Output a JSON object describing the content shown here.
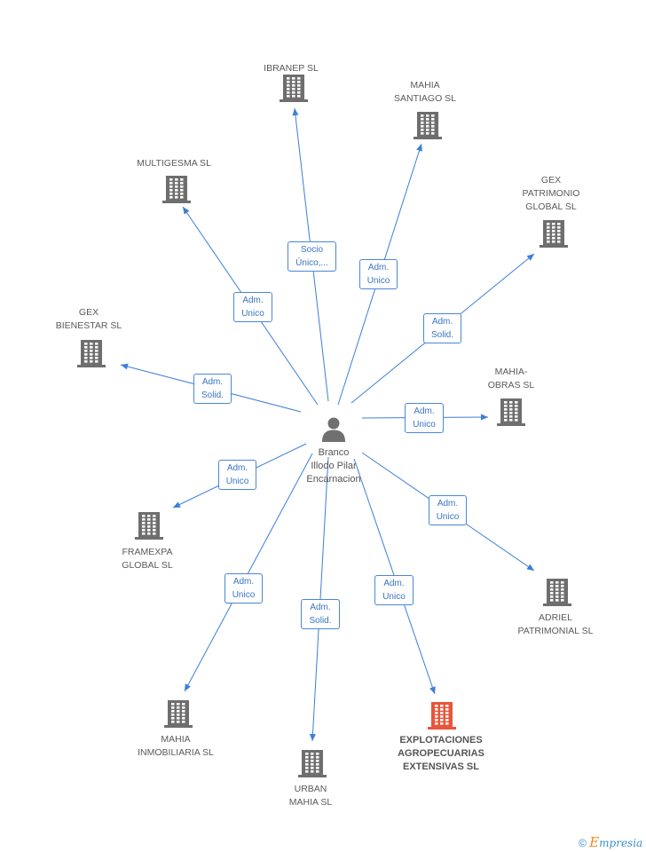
{
  "center": {
    "name": "Branco\nIllodo Pilar\nEncarnacion",
    "icon": "person-icon"
  },
  "companies": [
    {
      "id": "ibranep",
      "name": "IBRANEP SL",
      "icon": "building-icon",
      "color": "#6e6e6e"
    },
    {
      "id": "mahia-santiago",
      "name": "MAHIA\nSANTIAGO SL",
      "icon": "building-icon",
      "color": "#6e6e6e"
    },
    {
      "id": "multigesma",
      "name": "MULTIGESMA SL",
      "icon": "building-icon",
      "color": "#6e6e6e"
    },
    {
      "id": "gex-patrimonio",
      "name": "GEX\nPATRIMONIO\nGLOBAL SL",
      "icon": "building-icon",
      "color": "#6e6e6e"
    },
    {
      "id": "gex-bienestar",
      "name": "GEX\nBIENESTAR  SL",
      "icon": "building-icon",
      "color": "#6e6e6e"
    },
    {
      "id": "mahia-obras",
      "name": "MAHIA-\nOBRAS SL",
      "icon": "building-icon",
      "color": "#6e6e6e"
    },
    {
      "id": "framexpa",
      "name": "FRAMEXPA\nGLOBAL SL",
      "icon": "building-icon",
      "color": "#6e6e6e"
    },
    {
      "id": "adriel",
      "name": "ADRIEL\nPATRIMONIAL SL",
      "icon": "building-icon",
      "color": "#6e6e6e"
    },
    {
      "id": "mahia-inmobiliaria",
      "name": "MAHIA\nINMOBILIARIA SL",
      "icon": "building-icon",
      "color": "#6e6e6e"
    },
    {
      "id": "urban-mahia",
      "name": "URBAN\nMAHIA SL",
      "icon": "building-icon",
      "color": "#6e6e6e"
    },
    {
      "id": "explotaciones",
      "name": "EXPLOTACIONES\nAGROPECUARIAS\nEXTENSIVAS SL",
      "icon": "building-icon",
      "color": "#e8553a",
      "highlight": true
    }
  ],
  "relations": [
    {
      "to": "ibranep",
      "label": "Socio\nÚnico,..."
    },
    {
      "to": "mahia-santiago",
      "label": "Adm.\nUnico"
    },
    {
      "to": "multigesma",
      "label": "Adm.\nUnico"
    },
    {
      "to": "gex-patrimonio",
      "label": "Adm.\nSolid."
    },
    {
      "to": "gex-bienestar",
      "label": "Adm.\nSolid."
    },
    {
      "to": "mahia-obras",
      "label": "Adm.\nUnico"
    },
    {
      "to": "framexpa",
      "label": "Adm.\nUnico"
    },
    {
      "to": "adriel",
      "label": "Adm.\nUnico"
    },
    {
      "to": "mahia-inmobiliaria",
      "label": "Adm.\nUnico"
    },
    {
      "to": "urban-mahia",
      "label": "Adm.\nSolid."
    },
    {
      "to": "explotaciones",
      "label": "Adm.\nUnico"
    }
  ],
  "footer": {
    "copyright": "©",
    "brand_first": "E",
    "brand_rest": "mpresia"
  }
}
